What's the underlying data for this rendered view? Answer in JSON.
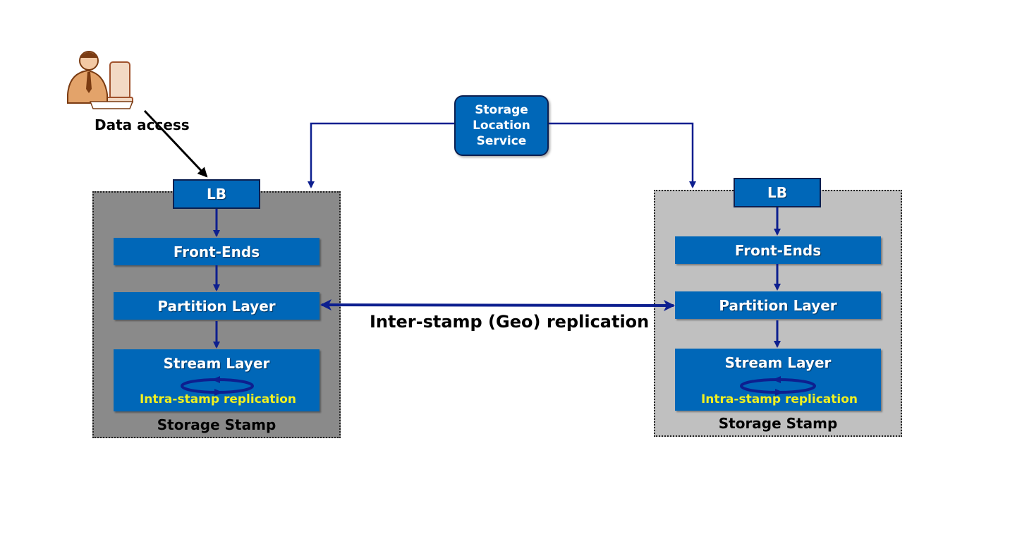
{
  "user": {
    "icon": "user-at-computer-icon",
    "label": "Data access"
  },
  "location_service": {
    "lines": [
      "Storage",
      "Location",
      "Service"
    ]
  },
  "geo_replication": {
    "label": "Inter-stamp (Geo) replication"
  },
  "stamps": [
    {
      "lb": "LB",
      "front_ends": "Front-Ends",
      "partition_layer": "Partition Layer",
      "stream_layer": "Stream Layer",
      "intra_replication": "Intra-stamp  replication",
      "label": "Storage Stamp",
      "background": "#8a8a8a"
    },
    {
      "lb": "LB",
      "front_ends": "Front-Ends",
      "partition_layer": "Partition Layer",
      "stream_layer": "Stream Layer",
      "intra_replication": "Intra-stamp  replication",
      "label": "Storage Stamp",
      "background": "#c0c0c0"
    }
  ],
  "colors": {
    "box_fill": "#0067b8",
    "arrow": "#0d1f8f",
    "intra_text": "#f0f020"
  }
}
